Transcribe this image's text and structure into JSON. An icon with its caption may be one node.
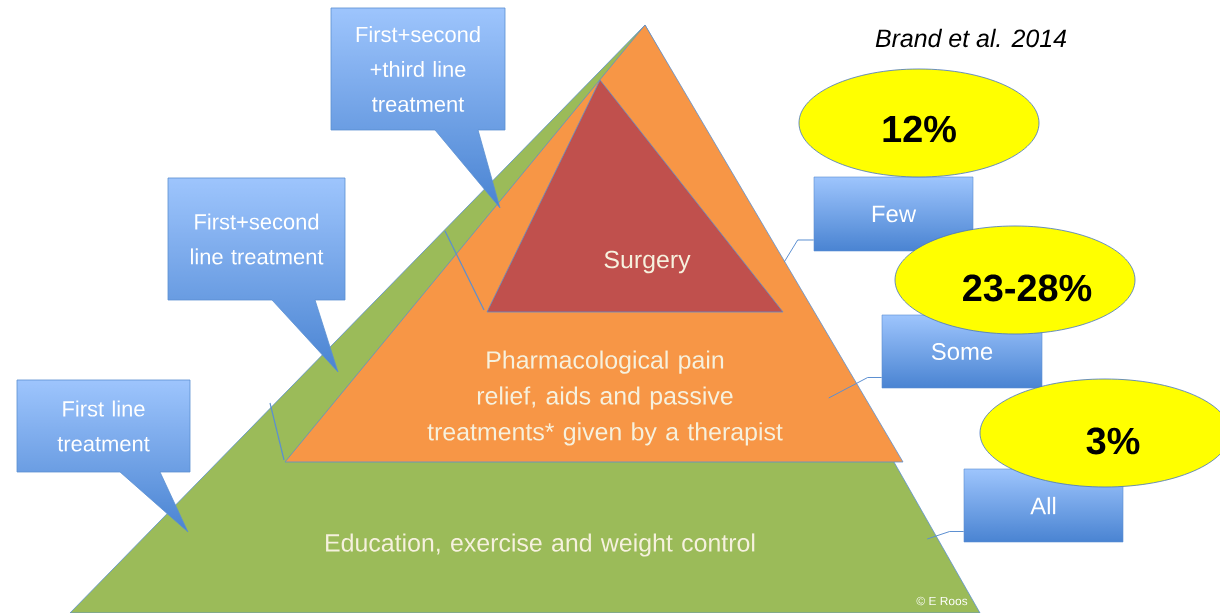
{
  "diagram": {
    "nodes": [
      {
        "text": [
          "Education, exercise and weight control"
        ]
      },
      {
        "text": [
          "Pharmacological pain relief, aids and passive treatments* given by a therapist"
        ],
        "in": 0
      },
      {
        "text": [
          "Surgery"
        ],
        "in": 1
      },
      {
        "text": [
          "First line treatment"
        ]
      },
      {
        "text": [
          "First+second line treatment"
        ]
      },
      {
        "text": [
          "First+second +third line treatment"
        ]
      },
      {
        "text": [
          "Few"
        ]
      },
      {
        "text": [
          "Some"
        ]
      },
      {
        "text": [
          "All"
        ]
      },
      {
        "text": [
          "12%"
        ]
      },
      {
        "text": [
          "23-28%"
        ]
      },
      {
        "text": [
          "3%"
        ]
      }
    ],
    "edges": [
      {
        "from": 6,
        "to": 2,
        "arrow": "none"
      },
      {
        "from": 7,
        "to": 1,
        "arrow": "none"
      },
      {
        "from": 8,
        "to": 0,
        "arrow": "none"
      }
    ],
    "labels": [
      "Brand et al. 2014",
      "© E Roos"
    ]
  }
}
